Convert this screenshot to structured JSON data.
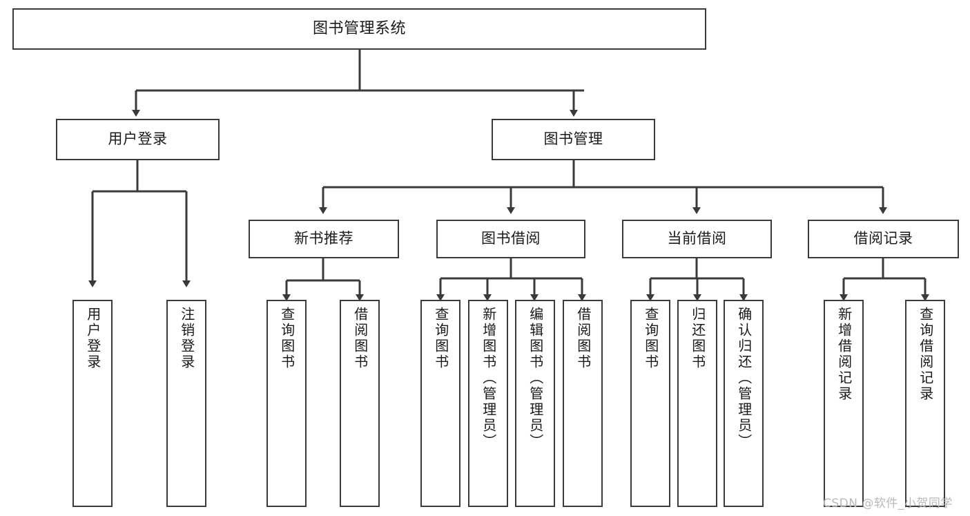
{
  "diagram": {
    "kind": "tree-hierarchy-chart",
    "title": "图书管理系统",
    "colors": {
      "background": "#ffffff",
      "node_border": "#3a3a3a",
      "node_fill": "#ffffff",
      "edge": "#3a3a3a",
      "text": "#1a1a1a",
      "watermark": "#b9b9b9"
    },
    "root": {
      "label": "图书管理系统"
    },
    "level2": [
      {
        "label": "用户登录"
      },
      {
        "label": "图书管理"
      }
    ],
    "level3": [
      {
        "label": "新书推荐"
      },
      {
        "label": "图书借阅"
      },
      {
        "label": "当前借阅"
      },
      {
        "label": "借阅记录"
      }
    ],
    "leaves": {
      "user_login": [
        {
          "label": "用户登录"
        },
        {
          "label": "注销登录"
        }
      ],
      "new_book_recommend": [
        {
          "label": "查询图书"
        },
        {
          "label": "借阅图书"
        }
      ],
      "book_borrow": [
        {
          "label": "查询图书"
        },
        {
          "label": "新增图书（管理员）"
        },
        {
          "label": "编辑图书（管理员）"
        },
        {
          "label": "借阅图书"
        }
      ],
      "current_borrow": [
        {
          "label": "查询图书"
        },
        {
          "label": "归还图书"
        },
        {
          "label": "确认归还（管理员）"
        }
      ],
      "borrow_records": [
        {
          "label": "新增借阅记录"
        },
        {
          "label": "查询借阅记录"
        }
      ]
    }
  },
  "watermark": {
    "text": "CSDN @软件_小贺同学"
  }
}
